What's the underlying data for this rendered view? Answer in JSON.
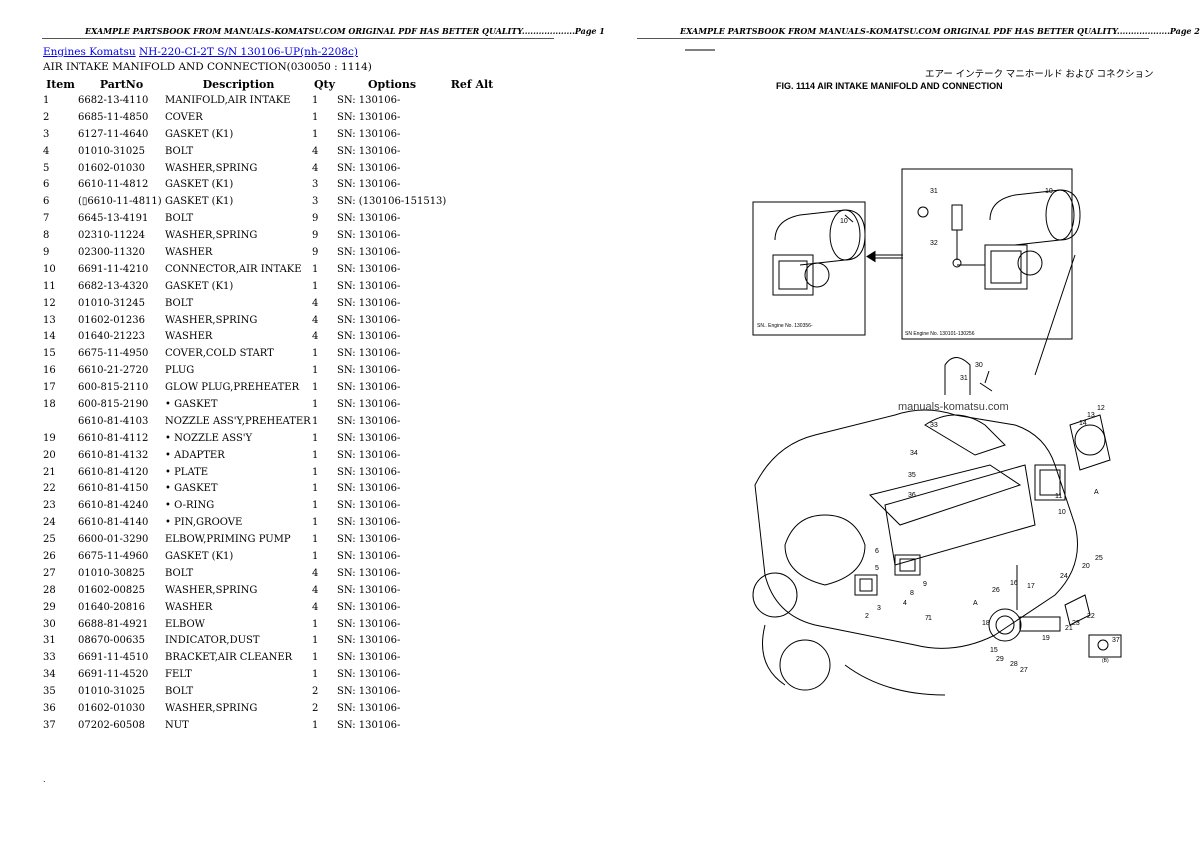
{
  "left_page": {
    "header": "EXAMPLE PARTSBOOK FROM MANUALS-KOMATSU.COM ORIGINAL PDF HAS BETTER QUALITY...................Page 1",
    "breadcrumb": {
      "link1": "Engines Komatsu",
      "link2": "NH-220-CI-2T S/N 130106-UP(nh-2208c)"
    },
    "section_title": "AIR INTAKE MANIFOLD AND CONNECTION(030050 : 1114)",
    "columns": [
      "Item",
      "PartNo",
      "Description",
      "Qty",
      "Options",
      "Ref Alt"
    ],
    "rows": [
      [
        "1",
        "6682-13-4110",
        "MANIFOLD,AIR INTAKE",
        "1",
        "SN: 130106-",
        ""
      ],
      [
        "2",
        "6685-11-4850",
        "COVER",
        "1",
        "SN: 130106-",
        ""
      ],
      [
        "3",
        "6127-11-4640",
        "GASKET (K1)",
        "1",
        "SN: 130106-",
        ""
      ],
      [
        "4",
        "01010-31025",
        "BOLT",
        "4",
        "SN: 130106-",
        ""
      ],
      [
        "5",
        "01602-01030",
        "WASHER,SPRING",
        "4",
        "SN: 130106-",
        ""
      ],
      [
        "6",
        "6610-11-4812",
        "GASKET (K1)",
        "3",
        "SN: 130106-",
        ""
      ],
      [
        "6",
        "(▯6610-11-4811)",
        "GASKET (K1)",
        "3",
        "SN: (130106-151513)",
        ""
      ],
      [
        "7",
        "6645-13-4191",
        "BOLT",
        "9",
        "SN: 130106-",
        ""
      ],
      [
        "8",
        "02310-11224",
        "WASHER,SPRING",
        "9",
        "SN: 130106-",
        ""
      ],
      [
        "9",
        "02300-11320",
        "WASHER",
        "9",
        "SN: 130106-",
        ""
      ],
      [
        "10",
        "6691-11-4210",
        "CONNECTOR,AIR INTAKE",
        "1",
        "SN: 130106-",
        ""
      ],
      [
        "11",
        "6682-13-4320",
        "GASKET (K1)",
        "1",
        "SN: 130106-",
        ""
      ],
      [
        "12",
        "01010-31245",
        "BOLT",
        "4",
        "SN: 130106-",
        ""
      ],
      [
        "13",
        "01602-01236",
        "WASHER,SPRING",
        "4",
        "SN: 130106-",
        ""
      ],
      [
        "14",
        "01640-21223",
        "WASHER",
        "4",
        "SN: 130106-",
        ""
      ],
      [
        "15",
        "6675-11-4950",
        "COVER,COLD START",
        "1",
        "SN: 130106-",
        ""
      ],
      [
        "16",
        "6610-21-2720",
        "PLUG",
        "1",
        "SN: 130106-",
        ""
      ],
      [
        "17",
        "600-815-2110",
        "GLOW PLUG,PREHEATER",
        "1",
        "SN: 130106-",
        ""
      ],
      [
        "18",
        "600-815-2190",
        "• GASKET",
        "1",
        "SN: 130106-",
        ""
      ],
      [
        "",
        "6610-81-4103",
        "NOZZLE ASS'Y,PREHEATER",
        "1",
        "SN: 130106-",
        ""
      ],
      [
        "19",
        "6610-81-4112",
        "• NOZZLE ASS'Y",
        "1",
        "SN: 130106-",
        ""
      ],
      [
        "20",
        "6610-81-4132",
        "• ADAPTER",
        "1",
        "SN: 130106-",
        ""
      ],
      [
        "21",
        "6610-81-4120",
        "• PLATE",
        "1",
        "SN: 130106-",
        ""
      ],
      [
        "22",
        "6610-81-4150",
        "• GASKET",
        "1",
        "SN: 130106-",
        ""
      ],
      [
        "23",
        "6610-81-4240",
        "• O-RING",
        "1",
        "SN: 130106-",
        ""
      ],
      [
        "24",
        "6610-81-4140",
        "• PIN,GROOVE",
        "1",
        "SN: 130106-",
        ""
      ],
      [
        "25",
        "6600-01-3290",
        "ELBOW,PRIMING PUMP",
        "1",
        "SN: 130106-",
        ""
      ],
      [
        "26",
        "6675-11-4960",
        "GASKET (K1)",
        "1",
        "SN: 130106-",
        ""
      ],
      [
        "27",
        "01010-30825",
        "BOLT",
        "4",
        "SN: 130106-",
        ""
      ],
      [
        "28",
        "01602-00825",
        "WASHER,SPRING",
        "4",
        "SN: 130106-",
        ""
      ],
      [
        "29",
        "01640-20816",
        "WASHER",
        "4",
        "SN: 130106-",
        ""
      ],
      [
        "30",
        "6688-81-4921",
        "ELBOW",
        "1",
        "SN: 130106-",
        ""
      ],
      [
        "31",
        "08670-00635",
        "INDICATOR,DUST",
        "1",
        "SN: 130106-",
        ""
      ],
      [
        "33",
        "6691-11-4510",
        "BRACKET,AIR CLEANER",
        "1",
        "SN: 130106-",
        ""
      ],
      [
        "34",
        "6691-11-4520",
        "FELT",
        "1",
        "SN: 130106-",
        ""
      ],
      [
        "35",
        "01010-31025",
        "BOLT",
        "2",
        "SN: 130106-",
        ""
      ],
      [
        "36",
        "01602-01030",
        "WASHER,SPRING",
        "2",
        "SN: 130106-",
        ""
      ],
      [
        "37",
        "07202-60508",
        "NUT",
        "1",
        "SN: 130106-",
        ""
      ]
    ],
    "stray_mark": "."
  },
  "right_page": {
    "header": "EXAMPLE PARTSBOOK FROM MANUALS-KOMATSU.COM ORIGINAL PDF HAS BETTER QUALITY...................Page 2",
    "figure": {
      "japanese_title": "エアー インテーク マニホールド および コネクション",
      "caption": "FIG. 1114   AIR INTAKE MANIFOLD AND CONNECTION",
      "watermark": "manuals-komatsu.com",
      "inset_left_note": "SN.. Engine No. 130356-",
      "inset_right_note": "SN Engine No. 130101-130256",
      "callouts": [
        "10",
        "31",
        "32",
        "10",
        "30",
        "31",
        "33",
        "34",
        "35",
        "36",
        "12",
        "13",
        "14",
        "A",
        "11",
        "10",
        "9",
        "8",
        "7",
        "6",
        "5",
        "4",
        "3",
        "2",
        "1",
        "A",
        "26",
        "17",
        "16",
        "18",
        "19",
        "20",
        "21",
        "22",
        "23",
        "24",
        "25",
        "27",
        "28",
        "29",
        "15",
        "37",
        "(B)"
      ]
    }
  }
}
